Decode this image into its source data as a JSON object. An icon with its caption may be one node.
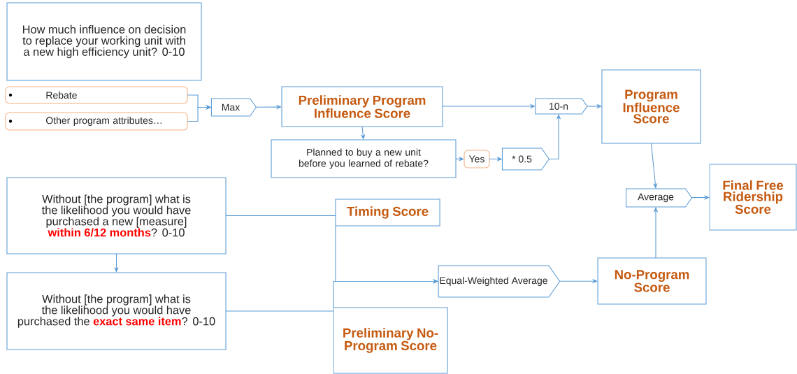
{
  "diagram": {
    "nodes": [
      {
        "text": [
          "How much influence on decision to replace your working unit with a new high efficiency unit? 0-10"
        ]
      },
      {
        "text": [
          "Rebate"
        ]
      },
      {
        "text": [
          "Other program attributes…"
        ]
      },
      {
        "text": [
          "Max"
        ]
      },
      {
        "text": [
          "Preliminary Program Influence Score"
        ]
      },
      {
        "text": [
          "Planned to buy a new unit before you learned of rebate?"
        ]
      },
      {
        "text": [
          "Yes"
        ]
      },
      {
        "text": [
          "* 0.5"
        ]
      },
      {
        "text": [
          "10-n"
        ]
      },
      {
        "text": [
          "Program Influence Score"
        ]
      },
      {
        "text": [
          "Average"
        ]
      },
      {
        "text": [
          "Final Free Ridership Score"
        ]
      },
      {
        "text": [
          "Without [the program] what is the likelihood you would have purchased a new [measure] **within 6/12 months**? 0-10"
        ]
      },
      {
        "text": [
          "Timing Score"
        ]
      },
      {
        "text": [
          "Without [the program] what is the likelihood you would have purchased the **exact same item**? 0-10"
        ]
      },
      {
        "text": [
          "Preliminary No-Program Score"
        ]
      },
      {
        "text": [
          "Equal-Weighted Average"
        ]
      },
      {
        "text": [
          "No-Program Score"
        ]
      }
    ],
    "edges": [
      {
        "from": 1,
        "to": 3,
        "arrow": "to"
      },
      {
        "from": 2,
        "to": 3,
        "arrow": "to"
      },
      {
        "from": 3,
        "to": 4,
        "arrow": "to"
      },
      {
        "from": 4,
        "to": 5,
        "arrow": "to"
      },
      {
        "from": 5,
        "to": 6,
        "arrow": "to"
      },
      {
        "from": 6,
        "to": 7,
        "arrow": "to"
      },
      {
        "from": 7,
        "to": 8,
        "arrow": "to"
      },
      {
        "from": 4,
        "to": 8,
        "arrow": "to"
      },
      {
        "from": 8,
        "to": 9,
        "arrow": "to"
      },
      {
        "from": 9,
        "to": 10,
        "arrow": "to"
      },
      {
        "from": 17,
        "to": 10,
        "arrow": "to"
      },
      {
        "from": 10,
        "to": 11,
        "arrow": "to"
      },
      {
        "from": 12,
        "to": 14,
        "arrow": "to"
      },
      {
        "from": 12,
        "to": 13,
        "arrow": "none"
      },
      {
        "from": 14,
        "to": 15,
        "arrow": "none"
      },
      {
        "from": 13,
        "to": 16,
        "arrow": "to"
      },
      {
        "from": 15,
        "to": 16,
        "arrow": "to"
      },
      {
        "from": 16,
        "to": 17,
        "arrow": "to"
      }
    ]
  }
}
